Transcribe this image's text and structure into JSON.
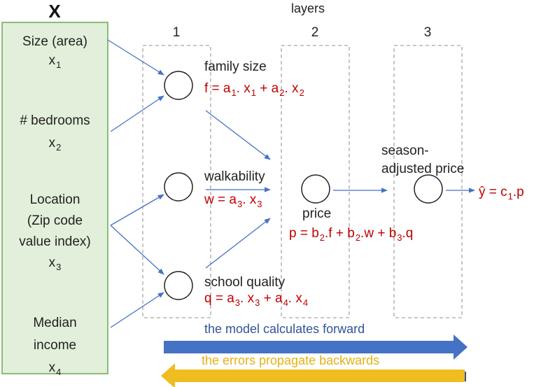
{
  "input_box": {
    "header": "X",
    "features": [
      {
        "name_lines": [
          "Size (area)"
        ],
        "var": "x",
        "sub": "1"
      },
      {
        "name_lines": [
          "# bedrooms"
        ],
        "var": "x",
        "sub": "2"
      },
      {
        "name_lines": [
          "Location",
          "(Zip code",
          "value index)"
        ],
        "var": "x",
        "sub": "3"
      }
    ],
    "feature4_lines": [
      "Median",
      "income"
    ],
    "feature4_var": "x",
    "feature4_sub": "4"
  },
  "layers_title": "layers",
  "layer_numbers": [
    "1",
    "2",
    "3"
  ],
  "nodes": {
    "family": {
      "label": "family size",
      "eq": [
        "f = a",
        "1",
        ". x",
        "1",
        " + a",
        "2",
        ". x",
        "2"
      ]
    },
    "walk": {
      "label": "walkability",
      "eq": [
        "w = a",
        "3",
        ". x",
        "3"
      ]
    },
    "school": {
      "label": "school quality",
      "eq": [
        "q = a",
        "3",
        ". x",
        "3",
        " + a",
        "4",
        ". x",
        "4"
      ]
    },
    "price": {
      "label": "price",
      "eq": [
        "p = b",
        "2",
        ".f + b",
        "2",
        ".w + b",
        "3",
        ".q"
      ]
    },
    "season": {
      "label_lines": [
        "season-",
        "adjusted price"
      ]
    },
    "output": {
      "eq": [
        "ŷ = c",
        "1",
        ".p"
      ]
    }
  },
  "forward_text": "the model calculates forward",
  "backward_text": "the errors propagate backwards",
  "colors": {
    "green_fill": "#e2efda",
    "green_border": "#6aa84f",
    "blue": "#4472c4",
    "dark_blue": "#2f5597",
    "gold": "#f0bd20",
    "red": "#c00000",
    "dash": "#a6a6a6"
  }
}
